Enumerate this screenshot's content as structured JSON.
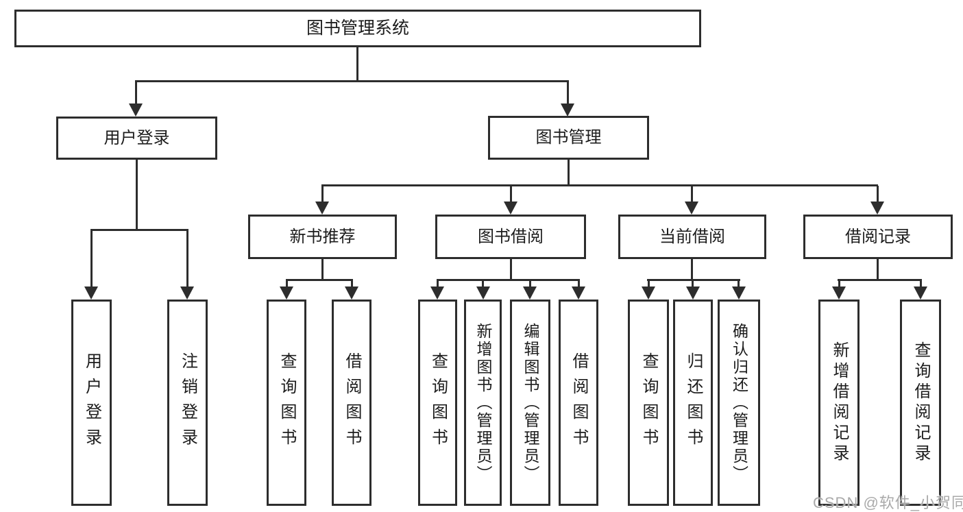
{
  "tree": {
    "root": {
      "label": "图书管理系统",
      "children": [
        {
          "label": "用户登录",
          "children": [
            {
              "label": "用户登录"
            },
            {
              "label": "注销登录"
            }
          ]
        },
        {
          "label": "图书管理",
          "children": [
            {
              "label": "新书推荐",
              "children": [
                {
                  "label": "查询图书"
                },
                {
                  "label": "借阅图书"
                }
              ]
            },
            {
              "label": "图书借阅",
              "children": [
                {
                  "label": "查询图书"
                },
                {
                  "label": "新增图书（管理员）"
                },
                {
                  "label": "编辑图书（管理员）"
                },
                {
                  "label": "借阅图书"
                }
              ]
            },
            {
              "label": "当前借阅",
              "children": [
                {
                  "label": "查询图书"
                },
                {
                  "label": "归还图书"
                },
                {
                  "label": "确认归还（管理员）"
                }
              ]
            },
            {
              "label": "借阅记录",
              "children": [
                {
                  "label": "新增借阅记录"
                },
                {
                  "label": "查询借阅记录"
                }
              ]
            }
          ]
        }
      ]
    }
  },
  "watermark": {
    "text": "CSDN @软件_小贺同学"
  },
  "colors": {
    "line": "#2d2d2d",
    "text": "#1c1c1c",
    "watermark": "#a9a9a9",
    "background": "#ffffff"
  }
}
